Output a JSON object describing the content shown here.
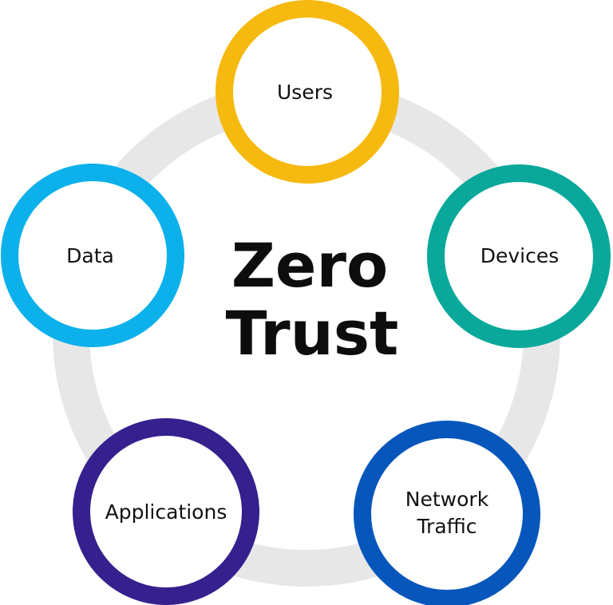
{
  "center": {
    "line1": "Zero",
    "line2": "Trust"
  },
  "nodes": [
    {
      "id": "users",
      "lines": [
        "Users"
      ],
      "color": "#f5b90f"
    },
    {
      "id": "devices",
      "lines": [
        "Devices"
      ],
      "color": "#0aa89a"
    },
    {
      "id": "network-traffic",
      "lines": [
        "Network",
        "Traffic"
      ],
      "color": "#0756bb"
    },
    {
      "id": "applications",
      "lines": [
        "Applications"
      ],
      "color": "#35208e"
    },
    {
      "id": "data",
      "lines": [
        "Data"
      ],
      "color": "#0cb1eb"
    }
  ],
  "colors": {
    "ring_track": "#e7e7e8",
    "text": "#111111"
  }
}
